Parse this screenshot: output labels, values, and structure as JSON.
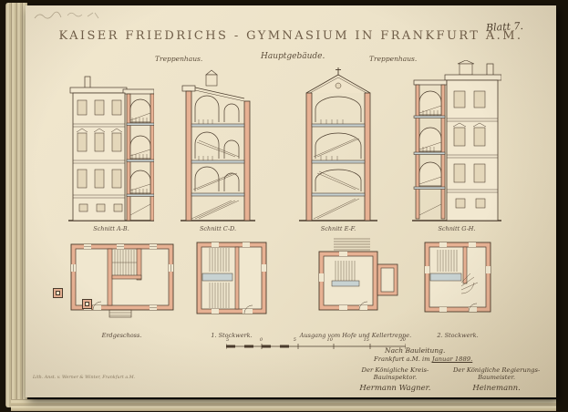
{
  "sheet": {
    "blatt_label": "Blatt 7.",
    "title": "KAISER FRIEDRICHS - GYMNASIUM IN FRANKFURT A.M.",
    "group_labels": [
      "Treppenhaus.",
      "Hauptgebäude.",
      "Treppenhaus."
    ],
    "section_captions": [
      "Schnitt A-B.",
      "Schnitt C-D.",
      "Schnitt E-F.",
      "Schnitt G-H."
    ],
    "plan_captions": [
      "Erdgeschoss.",
      "1. Stockwerk.",
      "Ausgang vom Hofe und Kellertreppe.",
      "2. Stockwerk."
    ],
    "scale": {
      "ticks": [
        "5",
        "0",
        "5",
        "10",
        "15",
        "20"
      ]
    },
    "annotation": {
      "line1": "Nach Bauleitung.",
      "place": "Frankfurt a.M. im",
      "date": "Januar 1889.",
      "left_role": "Der Königliche Kreis-Bauinspektor.",
      "left_name": "Hermann Wagner.",
      "right_role": "Der Königliche Regierungs-Baumeister.",
      "right_name": "Heinemann."
    },
    "imprint": "Lith. Anst. v. Werner & Winter, Frankfurt a.M."
  },
  "colors": {
    "paper": "#ece2c8",
    "ink": "#4a3b2c",
    "wall_pink": "#e7b193",
    "slab_blue": "#c7d2d2",
    "backdrop": "#191309"
  }
}
